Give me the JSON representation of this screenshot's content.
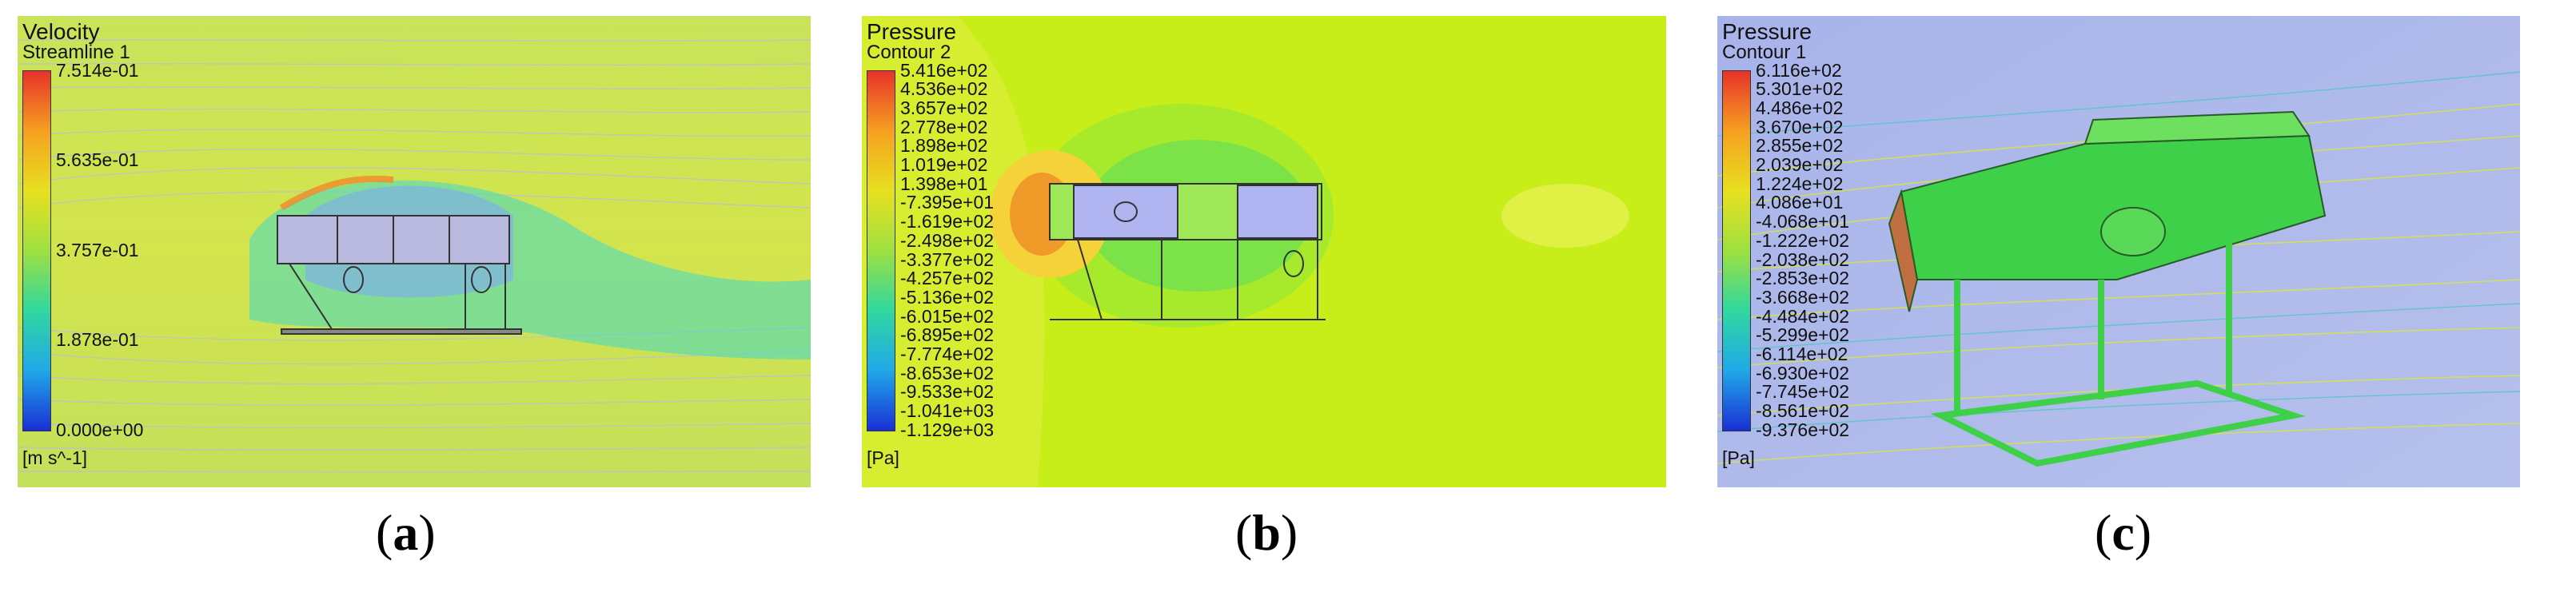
{
  "panels": [
    {
      "id": "a",
      "legend_title": "Velocity",
      "legend_subtitle": "Streamline 1",
      "legend_values": [
        "7.514e-01",
        "5.635e-01",
        "3.757e-01",
        "1.878e-01",
        "0.000e+00"
      ],
      "unit": "[m s^-1]",
      "caption": "a",
      "colors": {
        "field": "#c8e64a",
        "top": "#e8322a",
        "bottom": "#1a2fd6"
      }
    },
    {
      "id": "b",
      "legend_title": "Pressure",
      "legend_subtitle": "Contour 2",
      "legend_values": [
        "5.416e+02",
        "4.536e+02",
        "3.657e+02",
        "2.778e+02",
        "1.898e+02",
        "1.019e+02",
        "1.398e+01",
        "-7.395e+01",
        "-1.619e+02",
        "-2.498e+02",
        "-3.377e+02",
        "-4.257e+02",
        "-5.136e+02",
        "-6.015e+02",
        "-6.895e+02",
        "-7.774e+02",
        "-8.653e+02",
        "-9.533e+02",
        "-1.041e+03",
        "-1.129e+03"
      ],
      "unit": "[Pa]",
      "caption": "b",
      "colors": {
        "field": "#c6ee1c",
        "top": "#e8322a",
        "bottom": "#1a2fd6"
      }
    },
    {
      "id": "c",
      "legend_title": "Pressure",
      "legend_subtitle": "Contour 1",
      "legend_values": [
        "6.116e+02",
        "5.301e+02",
        "4.486e+02",
        "3.670e+02",
        "2.855e+02",
        "2.039e+02",
        "1.224e+02",
        "4.086e+01",
        "-4.068e+01",
        "-1.222e+02",
        "-2.038e+02",
        "-2.853e+02",
        "-3.668e+02",
        "-4.484e+02",
        "-5.299e+02",
        "-6.114e+02",
        "-6.930e+02",
        "-7.745e+02",
        "-8.561e+02",
        "-9.376e+02"
      ],
      "unit": "[Pa]",
      "caption": "c",
      "colors": {
        "field": "#a9b6e8",
        "top": "#e8322a",
        "bottom": "#1a2fd6"
      }
    }
  ]
}
